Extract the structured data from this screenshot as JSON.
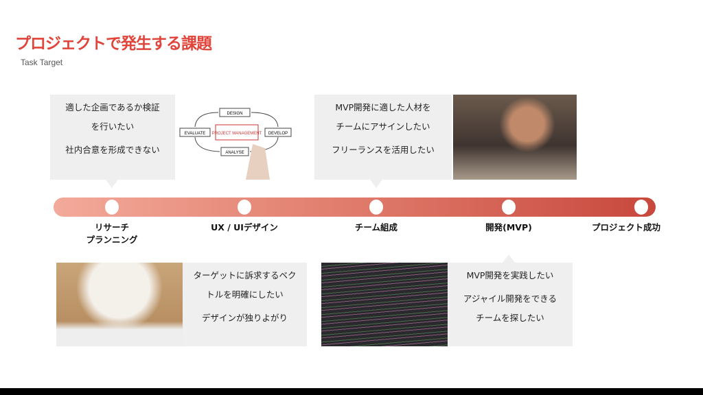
{
  "header": {
    "title": "プロジェクトで発生する課題",
    "subtitle": "Task Target"
  },
  "stages": [
    {
      "label_1": "リサーチ",
      "label_2": "プランニング"
    },
    {
      "label_1": "UX / UIデザイン"
    },
    {
      "label_1": "チーム組成"
    },
    {
      "label_1": "開発(MVP)"
    },
    {
      "label_1": "プロジェクト成功"
    }
  ],
  "callouts": {
    "research": {
      "line1": "適した企画であるか検証",
      "line2": "を行いたい",
      "line3": "社内合意を形成できない"
    },
    "design": {
      "line1": "ターゲットに訴求するベク",
      "line2": "トルを明確にしたい",
      "line3": "デザインが独りよがり"
    },
    "team": {
      "line1": "MVP開発に適した人材を",
      "line2": "チームにアサインしたい",
      "line3": "フリーランスを活用したい"
    },
    "dev": {
      "line1": "MVP開発を実践したい",
      "line2": "アジャイル開発をできる",
      "line3": "チームを探したい"
    }
  },
  "diagram": {
    "center": "PROJECT MANAGEMENT",
    "design": "DESIGN",
    "develop": "DEVELOP",
    "analyse": "ANALYSE",
    "evaluate": "EVALUATE"
  },
  "colors": {
    "accent": "#e0443a",
    "bar_start": "#f3aa9a",
    "bar_end": "#c8483d",
    "callout_bg": "#efefef"
  }
}
